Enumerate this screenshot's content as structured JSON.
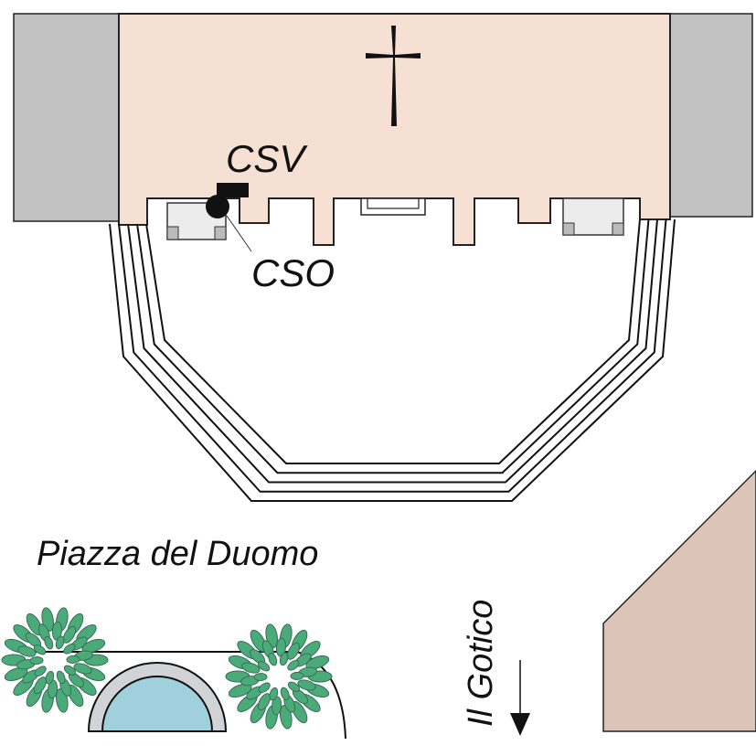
{
  "labels": {
    "csv": "CSV",
    "cso": "CSO",
    "square": "Piazza del Duomo",
    "street": "Il Gotico"
  },
  "colors": {
    "church": "#f5e0d3",
    "side_buildings": "#c2c2c2",
    "building_br": "#dcc4b8",
    "tree": "#4aaa78",
    "water": "#9fd0dc",
    "rooms": "#ececec"
  }
}
